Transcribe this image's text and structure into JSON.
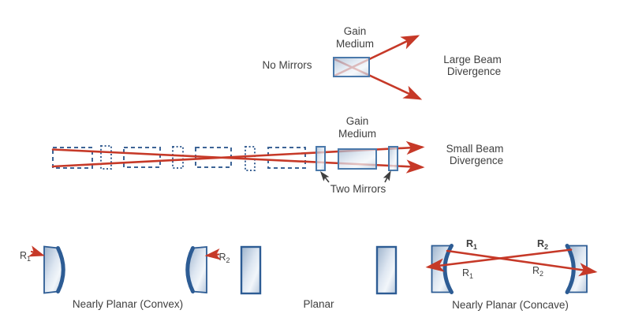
{
  "top": {
    "gain_medium": {
      "line1": "Gain",
      "line2": "Medium"
    },
    "no_mirrors": "No Mirrors",
    "result": {
      "line1": "Large Beam",
      "line2": "Divergence"
    }
  },
  "middle": {
    "gain_medium": {
      "line1": "Gain",
      "line2": "Medium"
    },
    "two_mirrors": "Two Mirrors",
    "result": {
      "line1": "Small Beam",
      "line2": "Divergence"
    }
  },
  "bottom": {
    "captions": {
      "convex": "Nearly Planar (Convex)",
      "planar": "Planar",
      "concave": "Nearly Planar (Concave)"
    },
    "labels": {
      "r1": {
        "base": "R",
        "sub": "1"
      },
      "r2": {
        "base": "R",
        "sub": "2"
      }
    }
  },
  "colors": {
    "beam_red": "#c63928",
    "mirror_border": "#2d5c94",
    "dashed_blue": "#3d6496",
    "box_border": "#4a79ab",
    "glass_light": "#f2f6fa",
    "glass_dark": "#9db3cc",
    "text": "#3f3f3f",
    "background": "#ffffff"
  }
}
